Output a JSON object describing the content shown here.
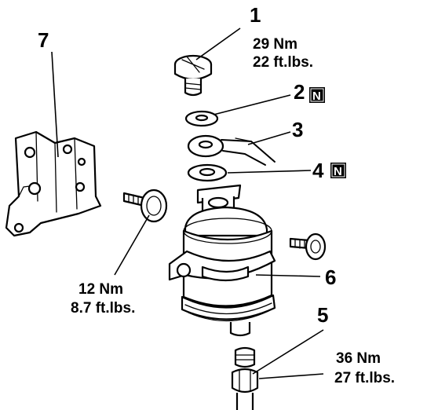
{
  "callouts": {
    "c1": {
      "number": "1",
      "torque_nm": "29 Nm",
      "torque_ftlbs": "22 ft.lbs."
    },
    "c2": {
      "number": "2",
      "badge": "N"
    },
    "c3": {
      "number": "3"
    },
    "c4": {
      "number": "4",
      "badge": "N"
    },
    "c5": {
      "number": "5",
      "torque_nm": "36 Nm",
      "torque_ftlbs": "27 ft.lbs."
    },
    "c6": {
      "number": "6"
    },
    "c7": {
      "number": "7"
    },
    "bracket_bolt": {
      "torque_nm": "12 Nm",
      "torque_ftlbs": "8.7 ft.lbs."
    }
  },
  "colors": {
    "ink": "#000000",
    "paper": "#ffffff"
  }
}
